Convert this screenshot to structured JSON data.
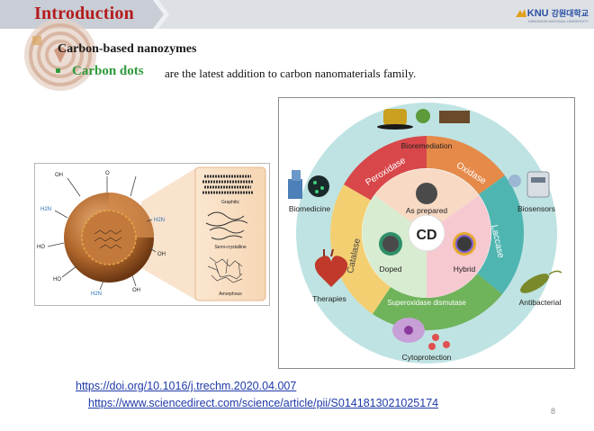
{
  "header": {
    "title": "Introduction",
    "logo_mark": "KNU",
    "logo_korean": "강원대학교",
    "logo_subtitle": "KANGWON NATIONAL UNIVERSITY",
    "bar_color": "#dde1e6",
    "title_color": "#b41c1c"
  },
  "content": {
    "heading": "Carbon-based nanozymes",
    "bullet_term": "Carbon dots",
    "bullet_text": "are the latest addition to carbon nanomaterials family.",
    "accent_color": "#2e9a3c"
  },
  "figure_left": {
    "structure_labels": [
      "Graphitic",
      "Semi-crystalline",
      "Amorphous"
    ],
    "groups": {
      "nh2": "H2N",
      "oh": "OH",
      "ho": "HO",
      "cooh_o": "O"
    }
  },
  "figure_right": {
    "center_label": "CD",
    "inner_segments": [
      "As prepared",
      "Doped",
      "Hybrid"
    ],
    "enzyme_ring": [
      "Peroxidase",
      "Oxidase",
      "Laccase",
      "Superoxidase dismutase",
      "Catalase"
    ],
    "applications": [
      "Bioremediation",
      "Biosensors",
      "Antibacterial",
      "Cytoprotection",
      "Therapies",
      "Biomedicine"
    ]
  },
  "links": [
    "https://doi.org/10.1016/j.trechm.2020.04.007",
    "https://www.sciencedirect.com/science/article/pii/S0141813021025174"
  ],
  "page_number": "8"
}
